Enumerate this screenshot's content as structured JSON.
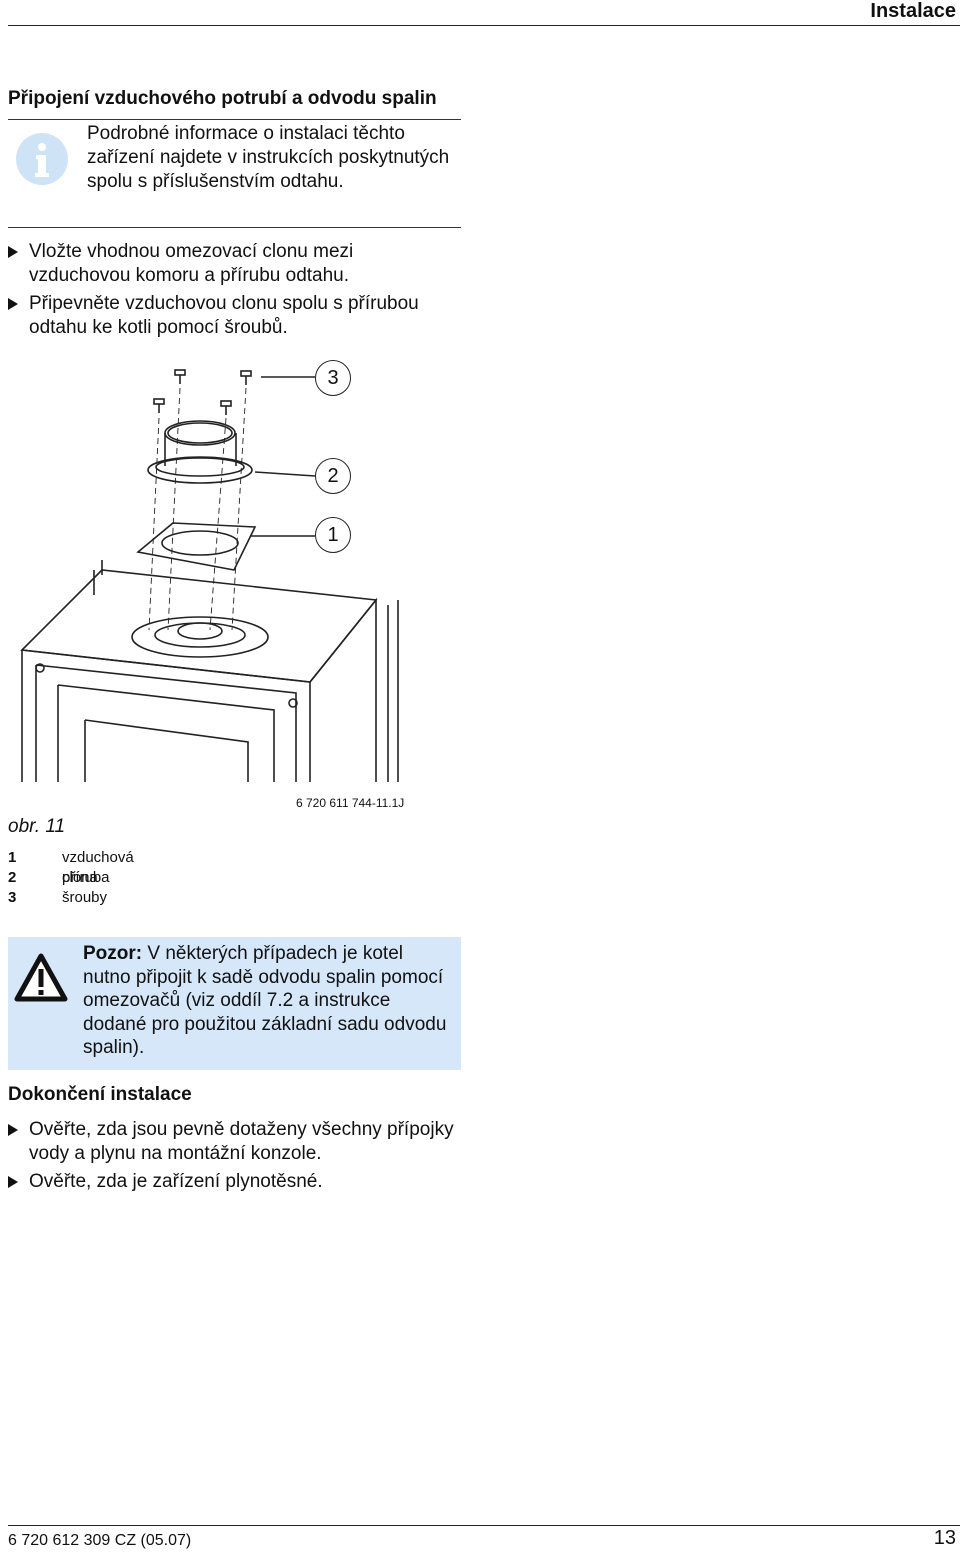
{
  "header": {
    "section": "Instalace"
  },
  "section1": {
    "title": "Připojení vzduchového potrubí a odvodu spalin",
    "info_text": "Podrobné informace o instalaci těchto zařízení najdete v instrukcích poskytnutých spolu s příslušenstvím odtahu.",
    "steps": [
      "Vložte vhodnou omezovací clonu mezi vzduchovou komoru a přírubu odtahu.",
      "Připevněte vzduchovou clonu spolu s přírubou odtahu ke kotli pomocí šroubů."
    ]
  },
  "figure": {
    "callouts": [
      "3",
      "2",
      "1"
    ],
    "ref": "6 720 611 744-11.1J",
    "caption": "obr. 11",
    "legend": [
      {
        "num": "1",
        "label": "vzduchová clona"
      },
      {
        "num": "2",
        "label": "příruba"
      },
      {
        "num": "3",
        "label": "šrouby"
      }
    ]
  },
  "warning": {
    "label": "Pozor:",
    "text": "V některých případech je kotel nutno připojit k sadě odvodu spalin pomocí omezovačů (viz oddíl 7.2 a instrukce dodané pro použitou základní sadu odvodu spalin)."
  },
  "section2": {
    "title": "Dokončení instalace",
    "steps": [
      "Ověřte, zda jsou pevně dotaženy všechny přípojky vody a plynu na montážní konzole.",
      "Ověřte, zda je zařízení plynotěsné."
    ]
  },
  "footer": {
    "code": "6 720 612 309 CZ (05.07)",
    "page": "13"
  },
  "colors": {
    "info_bg": "#d6e7fa",
    "info_icon": "#cfe3f7"
  },
  "icons": [
    "info-icon",
    "warning-triangle-icon",
    "bullet-arrow-icon"
  ]
}
